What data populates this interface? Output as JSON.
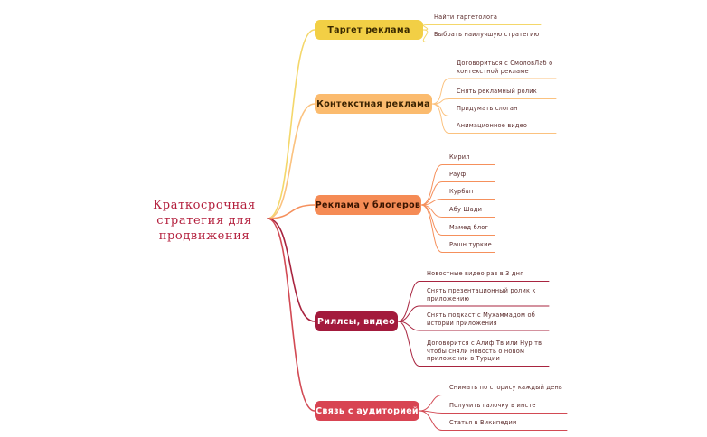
{
  "root": {
    "label": "Краткосрочная\nстратегия для\nпродвижения"
  },
  "branches": [
    {
      "label": "Таргет реклама",
      "color": "#f2cf45",
      "line_color": "#f4d76a",
      "text_color": "#3a2a00",
      "leaves": [
        "Найти таргетолога",
        "Выбрать наилучшую стратегию"
      ]
    },
    {
      "label": "Контекстная реклама",
      "color": "#fbbb6e",
      "line_color": "#fbc27f",
      "text_color": "#3a2200",
      "leaves": [
        "Договориться с СмоловЛаб о\nконтекстной рекламе",
        "Снять рекламный ролик",
        "Придумать слоган",
        "Анимационное видео"
      ]
    },
    {
      "label": "Реклама у блогеров",
      "color": "#f58b55",
      "line_color": "#f5905c",
      "text_color": "#3a1400",
      "leaves": [
        "Кирил",
        "Рауф",
        "Курбан",
        "Абу Шади",
        "Мамед блог",
        "Рашн туркие"
      ]
    },
    {
      "label": "Риллсы, видео",
      "color": "#a31a3c",
      "line_color": "#a8243f",
      "text_color": "#ffffff",
      "leaves": [
        "Новостные видео раз в 3 дня",
        "Снять презентационный ролик к\nприложению",
        "Снять подкаст с Мухаммадом об\nистории приложения",
        "Договорится с Алиф Тв или Нур тв\nчтобы сняли новость о новом\nприложении в Турции"
      ]
    },
    {
      "label": "Связь с аудиторией",
      "color": "#d84452",
      "line_color": "#d24a54",
      "text_color": "#ffffff",
      "leaves": [
        "Снимать по сторису каждый день",
        "Получить галочку в инсте",
        "Статья в Википедии"
      ]
    }
  ]
}
